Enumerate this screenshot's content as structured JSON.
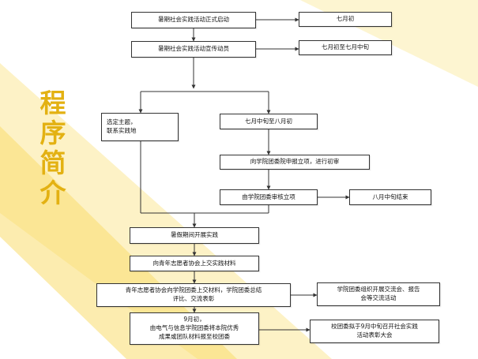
{
  "colors": {
    "accent": "#e3b112",
    "band_light": "#fdf2c6",
    "band_strong": "#f9dc6e"
  },
  "side_title": [
    "程",
    "序",
    "简",
    "介"
  ],
  "nodes": {
    "launch": "暑期社会实践活动正式启动",
    "launch_time": "七月初",
    "mobilize": "暑期社会实践活动宣传动员",
    "mobilize_time": "七月初至七月中旬",
    "choose_theme": "选定主题，\n联系实践地",
    "mid_july_aug": "七月中旬至八月初",
    "apply": "向学院团委院申报立项，进行初审",
    "review": "由学院团委审核立项",
    "review_end": "八月中旬结束",
    "practice": "暑假期间开展实践",
    "submit_volunteer": "向青年志愿者协会上交实践材料",
    "submit_college": "青年志愿者协会向学院团委上交材料，学院团委总结\n评比、交流表彰",
    "exchange_meeting": "学院团委组织开展交流会、报告\n会等交流活动",
    "sept_recommend": "9月初，\n由电气与信息学院团委将本院优秀\n成果或团队材料报至校团委",
    "school_award": "校团委拟于9月中旬召开社会实践\n活动表彰大会"
  }
}
